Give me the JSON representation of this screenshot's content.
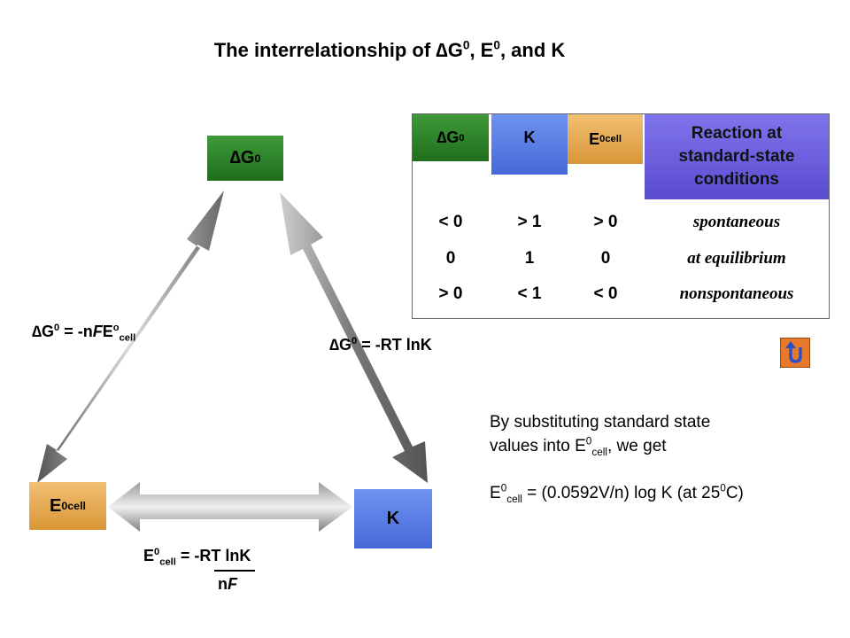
{
  "title": {
    "prefix": "The interrelationship of ",
    "dg": "∆G",
    "sup0": "0",
    "sep1": ", E",
    "sep2": ", and K"
  },
  "nodes": {
    "dg_label": "∆G",
    "dg_sup": "0",
    "e_label": "E",
    "e_sup": "0",
    "e_sub": "cell",
    "k_label": "K"
  },
  "equations": {
    "left": {
      "a": "∆G",
      "sup": "0",
      "b": " = -n",
      "f": "F",
      "c": "E",
      "o": "o",
      "sub": "cell"
    },
    "right": {
      "a": "∆G",
      "sup": "0",
      "b": " = -RT lnK"
    },
    "bottom": {
      "a": "E",
      "sup": "0",
      "sub": "cell",
      "b": " = -RT lnK",
      "denom_n": "n",
      "denom_f": "F"
    }
  },
  "table": {
    "headers": {
      "dg": "∆G",
      "dg_sup": "0",
      "k": "K",
      "e": "E",
      "e_sup": "0",
      "e_sub": "cell",
      "reaction": [
        "Reaction at",
        "standard-state",
        "conditions"
      ]
    },
    "rows": [
      {
        "dg": "< 0",
        "k": "> 1",
        "e": "> 0",
        "reaction": "spontaneous"
      },
      {
        "dg": "0",
        "k": "1",
        "e": "0",
        "reaction": "at equilibrium"
      },
      {
        "dg": "> 0",
        "k": "< 1",
        "e": "< 0",
        "reaction": "nonspontaneous"
      }
    ]
  },
  "note": {
    "line1": "By substituting standard state",
    "line2a": "values into E",
    "line2_sup": "0",
    "line2_sub": "cell",
    "line2b": ", we get",
    "eq_a": "E",
    "eq_sup": "0",
    "eq_sub": "cell",
    "eq_b": " = (0.0592V/n) log K (at 25",
    "eq_sup2": "0",
    "eq_c": "C)"
  },
  "colors": {
    "dg_green": "#2e8a2a",
    "k_blue": "#5a7fe8",
    "e_orange": "#e8a84a",
    "reaction_purple": "#6a5be0",
    "return_button": "#e8792a"
  },
  "icons": {
    "return": "return-arrow-icon"
  }
}
